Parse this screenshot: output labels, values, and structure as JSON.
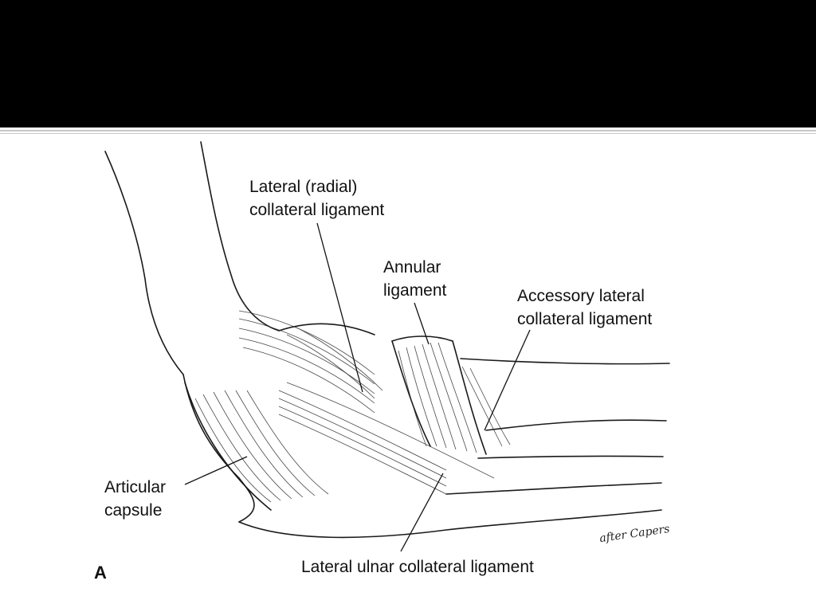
{
  "slide": {
    "title_bar_color": "#000000",
    "divider_color": "#c8c8c8",
    "background_color": "#ffffff"
  },
  "figure": {
    "panel_letter": "A",
    "credit": "after Capers",
    "labels": {
      "lateral_radial_collateral_line1": "Lateral (radial)",
      "lateral_radial_collateral_line2": "collateral ligament",
      "annular_line1": "Annular",
      "annular_line2": "ligament",
      "accessory_lateral_line1": "Accessory lateral",
      "accessory_lateral_line2": "collateral ligament",
      "articular_capsule_line1": "Articular",
      "articular_capsule_line2": "capsule",
      "lateral_ulnar_collateral": "Lateral ulnar collateral ligament"
    }
  }
}
